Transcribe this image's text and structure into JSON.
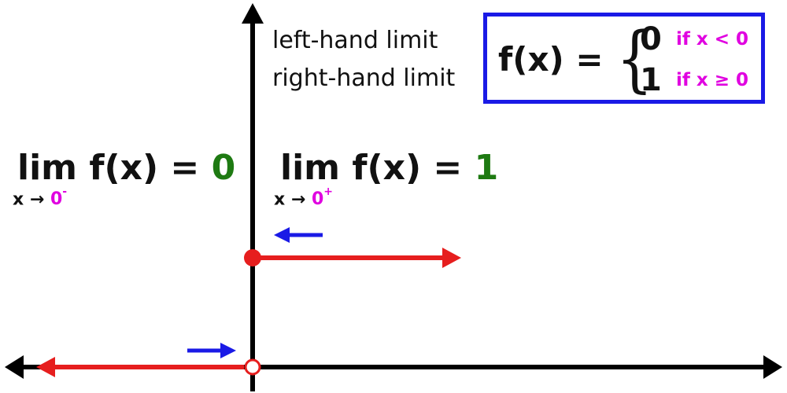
{
  "legend": {
    "left_hand": "left-hand limit",
    "right_hand": "right-hand limit"
  },
  "piecewise": {
    "lhs": "f(x) =",
    "brace": "{",
    "case0_value": "0",
    "case0_condition": "if x < 0",
    "case1_value": "1",
    "case1_condition": "if x ≥ 0"
  },
  "left_limit": {
    "expr": "lim f(x) =",
    "value": "0",
    "sub_var": "x →",
    "sub_point": "0",
    "sub_sign": "-"
  },
  "right_limit": {
    "expr": "lim f(x) =",
    "value": "1",
    "sub_var": "x →",
    "sub_point": "0",
    "sub_sign": "+"
  },
  "colors": {
    "axis": "#000000",
    "graph": "#e61e1e",
    "approach_arrow": "#1a1ae6",
    "limit_value": "#1e7a12",
    "approach_point": "#e000e0",
    "box_border": "#1a1ae6"
  }
}
